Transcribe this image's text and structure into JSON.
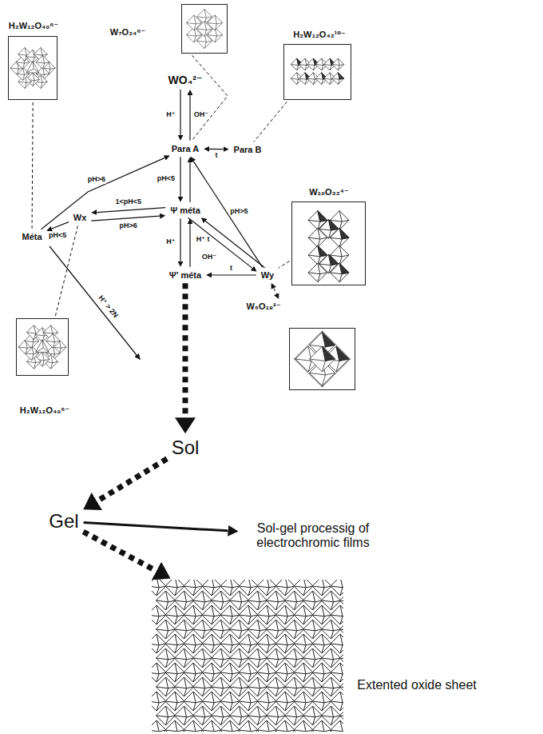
{
  "diagram": {
    "nodes": [
      {
        "text": [
          "WO₄²⁻"
        ]
      },
      {
        "text": [
          "Para A"
        ]
      },
      {
        "text": [
          "Para B"
        ]
      },
      {
        "text": [
          "Ψ méta"
        ]
      },
      {
        "text": [
          "Ψ' méta"
        ]
      },
      {
        "text": [
          "Wx"
        ]
      },
      {
        "text": [
          "Wy"
        ]
      },
      {
        "text": [
          "Méta"
        ]
      },
      {
        "text": [
          "W₇O₂₄⁶⁻"
        ]
      },
      {
        "text": [
          "H₂W₁₂O₄₀⁶⁻"
        ]
      },
      {
        "text": [
          "H₂W₁₂O₄₂¹⁰⁻"
        ]
      },
      {
        "text": [
          "W₁₀O₃₂⁴⁻"
        ]
      },
      {
        "text": [
          "W₆O₁₉²⁻"
        ]
      },
      {
        "text": [
          "H₂W₁₂O₄₀⁶⁻"
        ]
      },
      {
        "text": [
          "Sol"
        ]
      },
      {
        "text": [
          "Gel"
        ]
      },
      {
        "text": [
          "Sol-gel processig of electrochromic films"
        ]
      },
      {
        "text": [
          "Extented oxide sheet"
        ]
      }
    ],
    "edges": [
      {
        "from": 0,
        "to": 1,
        "arrow": "to",
        "label": "H⁺"
      },
      {
        "from": 1,
        "to": 0,
        "arrow": "to",
        "label": "OH⁻"
      },
      {
        "from": 1,
        "to": 2,
        "arrow": "both",
        "label": "t"
      },
      {
        "from": 1,
        "to": 3,
        "arrow": "to",
        "label": "pH<5"
      },
      {
        "from": 3,
        "to": 1,
        "arrow": "to"
      },
      {
        "from": 3,
        "to": 4,
        "arrow": "to",
        "label": "H⁺"
      },
      {
        "from": 4,
        "to": 3,
        "arrow": "to"
      },
      {
        "from": 6,
        "to": 4,
        "arrow": "to",
        "label": "t"
      },
      {
        "from": 6,
        "to": 1,
        "arrow": "to",
        "label": "pH>5"
      },
      {
        "from": 6,
        "to": 3,
        "arrow": "to",
        "label": "H⁺ t"
      },
      {
        "from": 3,
        "to": 6,
        "arrow": "to",
        "label": "OH⁻"
      },
      {
        "from": 3,
        "to": 5,
        "arrow": "to",
        "label": "1<pH<5"
      },
      {
        "from": 5,
        "to": 3,
        "arrow": "to",
        "label": "pH>6"
      },
      {
        "from": 5,
        "to": 7,
        "arrow": "to",
        "label": "pH<5"
      },
      {
        "from": 7,
        "to": 1,
        "arrow": "to",
        "label": "pH>6"
      },
      {
        "from": 4,
        "to": 14,
        "arrow": "to"
      },
      {
        "from": 14,
        "to": 15,
        "arrow": "to"
      },
      {
        "from": 15,
        "to": 16,
        "arrow": "to"
      },
      {
        "from": 15,
        "to": 17,
        "arrow": "to"
      },
      {
        "from": 8,
        "to": 1,
        "arrow": "none"
      },
      {
        "from": 10,
        "to": 2,
        "arrow": "none"
      },
      {
        "from": 11,
        "to": 6,
        "arrow": "none"
      },
      {
        "from": 6,
        "to": 12,
        "arrow": "both"
      },
      {
        "from": 9,
        "to": 7,
        "arrow": "none"
      },
      {
        "from": 13,
        "to": 5,
        "arrow": "none"
      }
    ],
    "labels": [
      "H⁺ > 2N"
    ]
  }
}
